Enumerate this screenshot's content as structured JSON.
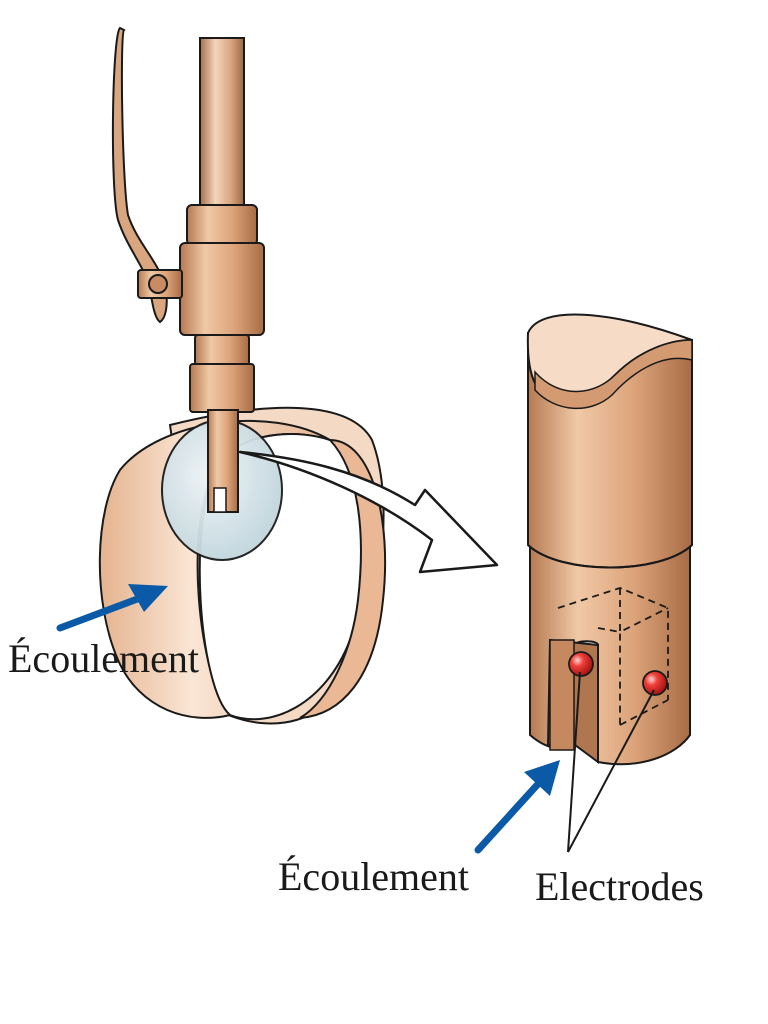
{
  "labels": {
    "flow_left": "Écoulement",
    "flow_right": "Écoulement",
    "electrodes": "Electrodes"
  },
  "colors": {
    "copper_light": "#f3d5bd",
    "copper_mid": "#d9a680",
    "copper_dark": "#a56f4b",
    "pipe_light": "#f9e3d0",
    "pipe_dark": "#e0ad88",
    "lens": "#d5e4ea",
    "arrow_blue": "#0a5aa8",
    "electrode_red": "#e12a2a",
    "outline": "#1a1a1a"
  },
  "icons": {
    "flow_arrow": "blue-arrow-icon",
    "zoom_arrow": "curved-callout-arrow-icon",
    "electrode": "red-electrode-icon"
  }
}
